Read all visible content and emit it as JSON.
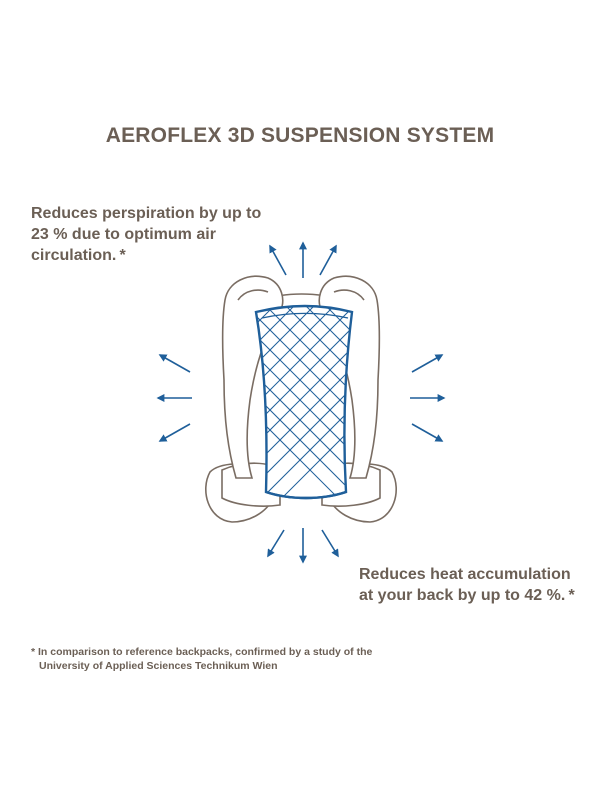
{
  "title": "AEROFLEX 3D SUSPENSION SYSTEM",
  "notes": {
    "perspiration": "Reduces perspiration by up to 23 % due to optimum air circulation. *",
    "heat": "Reduces heat accumulation at your back by up to 42 %. *"
  },
  "footnote": {
    "line1": "* In comparison to reference backpacks, confirmed by a study of the",
    "line2": "University of Applied Sciences Technikum Wien"
  },
  "colors": {
    "text": "#6b5f55",
    "outline": "#7a6d63",
    "mesh": "#1f5f9a",
    "arrows": "#1f5f9a"
  },
  "icons": [
    "airflow-arrow-icon",
    "backpack-back-panel-illustration"
  ]
}
